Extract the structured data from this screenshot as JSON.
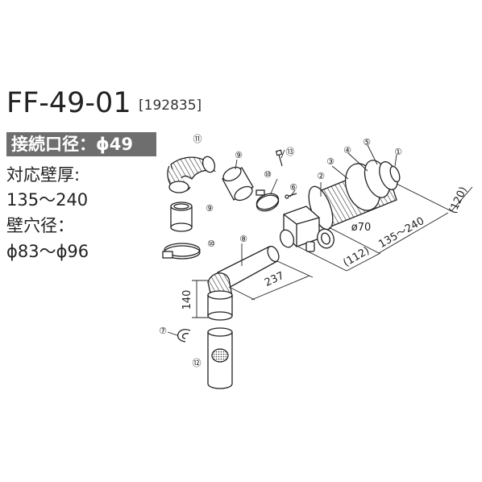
{
  "title": "FF-49-01",
  "code": "[192835]",
  "connection_label": "接続口径：ϕ49",
  "wall_thickness_label": "対応壁厚:",
  "wall_thickness_value": "135〜240",
  "wall_hole_label": "壁穴径：",
  "wall_hole_value": "ϕ83〜ϕ96",
  "part_numbers": {
    "p1": "①",
    "p2": "②",
    "p3": "③",
    "p4": "④",
    "p5": "⑤",
    "p6": "⑥",
    "p7": "⑦",
    "p8": "⑧",
    "p9a": "⑨",
    "p9b": "⑨",
    "p10a": "⑩",
    "p10b": "⑩",
    "p11": "⑪",
    "p12": "⑫",
    "p13": "⑬"
  },
  "dimensions": {
    "d120": "(120)",
    "d135_240": "135〜240",
    "d112": "(112)",
    "d70": "ø70",
    "d237": "237",
    "d140": "140"
  }
}
